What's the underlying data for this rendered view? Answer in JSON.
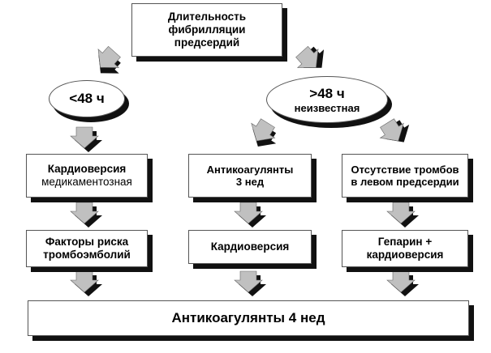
{
  "diagram": {
    "start": [
      "Длительность",
      "фибрилляции",
      "предсердий"
    ],
    "left_oval": "<48 ч",
    "right_oval": {
      "main": ">48 ч",
      "sub": "неизвестная"
    },
    "left": {
      "step1": {
        "line1": "Кардиоверсия",
        "line2": "медикаментозная"
      },
      "step2": [
        "Факторы риска",
        "тромбоэмболий"
      ]
    },
    "middle": {
      "step1": [
        "Антикоагулянты",
        "3 нед"
      ],
      "step2": "Кардиоверсия"
    },
    "right": {
      "step1": [
        "Отсутствие тромбов",
        "в левом предсердии"
      ],
      "step2": [
        "Гепарин +",
        "кардиоверсия"
      ]
    },
    "final": "Антикоагулянты 4 нед"
  },
  "colors": {
    "arrow_fill": "#c0c0c0",
    "arrow_shadow": "#111111",
    "border": "#555555",
    "shadow": "#111111"
  }
}
